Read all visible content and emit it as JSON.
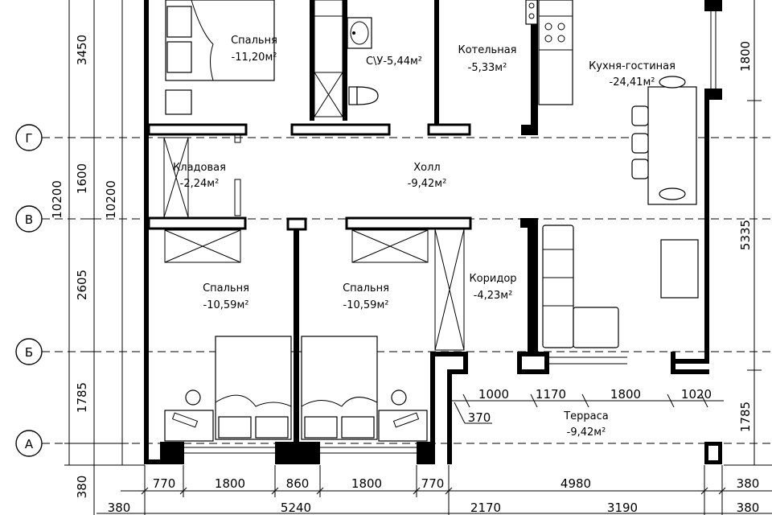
{
  "axes": {
    "g": "Г",
    "v": "В",
    "b": "Б",
    "a": "А"
  },
  "rooms": {
    "bedroom_top": {
      "name": "Спальня",
      "area": "-11,20м²"
    },
    "bathroom": {
      "name": "С\\У-5,44м²"
    },
    "boiler": {
      "name": "Котельная",
      "area": "-5,33м²"
    },
    "kitchen": {
      "name": "Кухня-гостиная",
      "area": "-24,41м²"
    },
    "pantry": {
      "name": "Кладовая",
      "area": "-2,24м²"
    },
    "hall": {
      "name": "Холл",
      "area": "-9,42м²"
    },
    "bedroom_left": {
      "name": "Спальня",
      "area": "-10,59м²"
    },
    "bedroom_mid": {
      "name": "Спальня",
      "area": "-10,59м²"
    },
    "corridor": {
      "name": "Коридор",
      "area": "-4,23м²"
    },
    "terrace": {
      "name": "Терраса",
      "area": "-9,42м²"
    }
  },
  "dimensions": {
    "left_outer": [
      "3450",
      "1600",
      "2605",
      "1785"
    ],
    "left_total": "10200",
    "left_total_inner": "10200",
    "left_offset": "380",
    "right_outer": [
      "1800",
      "5335",
      "1785"
    ],
    "terrace_row": [
      "1000",
      "1170",
      "1800",
      "1020"
    ],
    "terrace_step": "370",
    "bottom_row1": [
      "770",
      "1800",
      "860",
      "1800",
      "770",
      "4980",
      "380"
    ],
    "bottom_row2": [
      "380",
      "5240",
      "2170",
      "3190",
      "380"
    ]
  }
}
